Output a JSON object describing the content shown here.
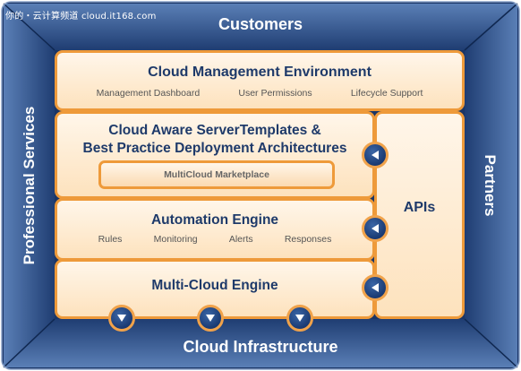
{
  "watermark": "你的・云计算频道 cloud.it168.com",
  "edges": {
    "top": "Customers",
    "bottom": "Cloud Infrastructure",
    "left": "Professional Services",
    "right": "Partners"
  },
  "cloud_management": {
    "title": "Cloud Management Environment",
    "items": [
      "Management Dashboard",
      "User Permissions",
      "Lifecycle Support"
    ]
  },
  "server_templates": {
    "title_line1": "Cloud Aware ServerTemplates &",
    "title_line2": "Best Practice Deployment Architectures",
    "marketplace": "MultiCloud Marketplace"
  },
  "automation": {
    "title": "Automation Engine",
    "items": [
      "Rules",
      "Monitoring",
      "Alerts",
      "Responses"
    ]
  },
  "multicloud": {
    "title": "Multi-Cloud Engine"
  },
  "apis": {
    "label": "APIs"
  },
  "colors": {
    "frame_dark": "#15305f",
    "frame_light": "#4a6ea5",
    "box_border": "#ee9a3a",
    "box_fill": "#fde2bd",
    "title_text": "#1e3a6a",
    "arrow_fill": "#1a3a72"
  },
  "icons": {
    "left_arrows": "arrow-left-icon",
    "down_arrows": "arrow-down-icon"
  }
}
